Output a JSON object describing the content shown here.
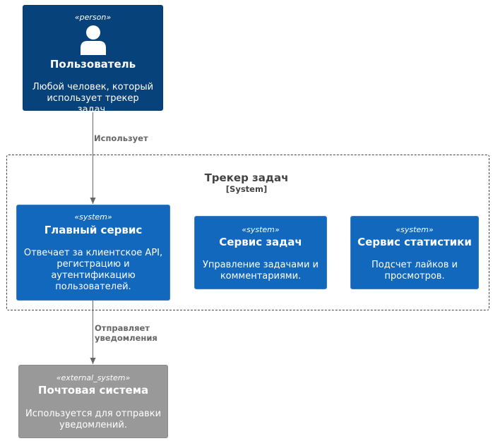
{
  "person": {
    "stereotype": "«person»",
    "title": "Пользователь",
    "description": "Любой человек, который использует трекер задач."
  },
  "boundary": {
    "title": "Трекер задач",
    "stereotype": "[System]"
  },
  "main_service": {
    "stereotype": "«system»",
    "title": "Главный сервис",
    "description": "Отвечает за клиентское API, регистрацию и аутентификацию пользователей."
  },
  "task_service": {
    "stereotype": "«system»",
    "title": "Сервис задач",
    "description": "Управление задачами и комментариями."
  },
  "stats_service": {
    "stereotype": "«system»",
    "title": "Сервис статистики",
    "description": "Подсчет лайков и просмотров."
  },
  "mail_system": {
    "stereotype": "«external_system»",
    "title": "Почтовая система",
    "description": "Используется для отправки уведомлений."
  },
  "relations": {
    "uses": "Использует",
    "sends_notifications": "Отправляет уведомления"
  },
  "colors": {
    "person": "#08427b",
    "system": "#1168bd",
    "external_system": "#999999",
    "arrow": "#666666"
  }
}
